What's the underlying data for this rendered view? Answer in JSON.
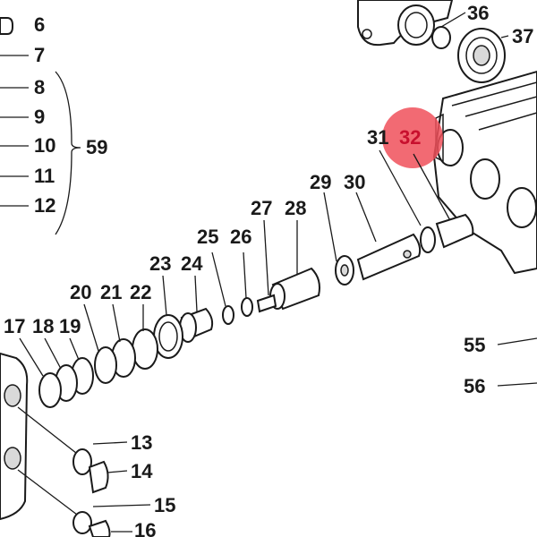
{
  "callouts": {
    "n6": "6",
    "n7": "7",
    "n8": "8",
    "n9": "9",
    "n10": "10",
    "n11": "11",
    "n12": "12",
    "n59": "59",
    "n36": "36",
    "n37": "37",
    "n31": "31",
    "n32": "32",
    "n29": "29",
    "n30": "30",
    "n27": "27",
    "n28": "28",
    "n25": "25",
    "n26": "26",
    "n23": "23",
    "n24": "24",
    "n20": "20",
    "n21": "21",
    "n22": "22",
    "n17": "17",
    "n18": "18",
    "n19": "19",
    "n55": "55",
    "n56": "56",
    "n13": "13",
    "n14": "14",
    "n15": "15",
    "n16": "16"
  },
  "highlight": {
    "callout": "32",
    "color": "#f0505a"
  }
}
